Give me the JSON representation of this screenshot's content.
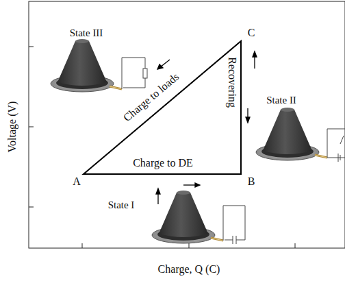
{
  "diagram": {
    "labels": [
      "Voltage (V)",
      "Charge, Q (C)",
      "A",
      "B",
      "C",
      "Charge to DE",
      "Recovering",
      "Charge to loads",
      "State III",
      "State II",
      "State I"
    ]
  }
}
